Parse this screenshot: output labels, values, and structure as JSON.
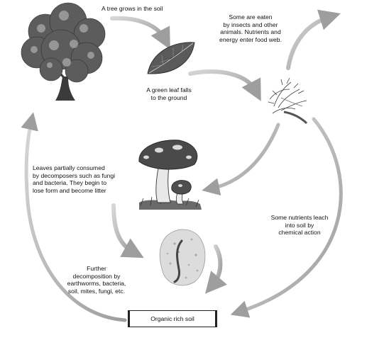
{
  "labels": {
    "tree_grows": "A tree grows in the soil",
    "some_eaten": "Some are eaten\nby insects and other\nanimals. Nutrients and\nenergy enter food web.",
    "leaf_falls": "A green leaf falls\nto the ground",
    "partially_consumed": "Leaves partially consumed\nby decomposers such as fungi\nand bacteria. They begin to\nlose form and become litter",
    "nutrients_leach": "Some nutrients leach\ninto soil by\nchemical action",
    "further_decomposition": "Further\ndecomposition by\nearthworms, bacteria,\nsoil, mites, fungi, etc.",
    "organic_soil": "Organic rich soil"
  },
  "colors": {
    "arrow": "#b5b5b5",
    "arrow_edge": "#8f8f8f",
    "ink": "#1a1a1a"
  },
  "icons": [
    "tree-icon",
    "green-leaf-icon",
    "leaf-litter-icon",
    "mushroom-icon",
    "humus-clump-icon"
  ]
}
